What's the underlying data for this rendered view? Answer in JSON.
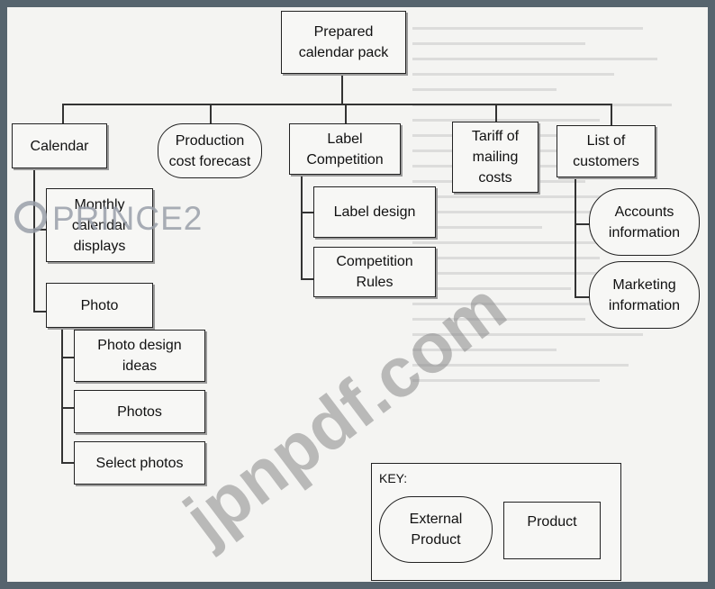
{
  "root": {
    "label": "Prepared calendar pack"
  },
  "level1": {
    "calendar": "Calendar",
    "production_cost_forecast": "Production cost forecast",
    "label_competition": "Label Competition",
    "tariff_mailing_costs": "Tariff of mailing costs",
    "list_of_customers": "List of customers"
  },
  "calendar_children": {
    "monthly_calendar_displays": "Monthly calendar displays",
    "photo": "Photo"
  },
  "photo_children": {
    "photo_design_ideas": "Photo design ideas",
    "photos": "Photos",
    "select_photos": "Select photos"
  },
  "label_competition_children": {
    "label_design": "Label design",
    "competition_rules": "Competition Rules"
  },
  "customer_children": {
    "accounts_information": "Accounts information",
    "marketing_information": "Marketing information"
  },
  "key": {
    "title": "KEY:",
    "external_product": "External Product",
    "product": "Product"
  },
  "watermarks": {
    "logo": "PRINCE2",
    "site": "jpnpdf.com"
  }
}
